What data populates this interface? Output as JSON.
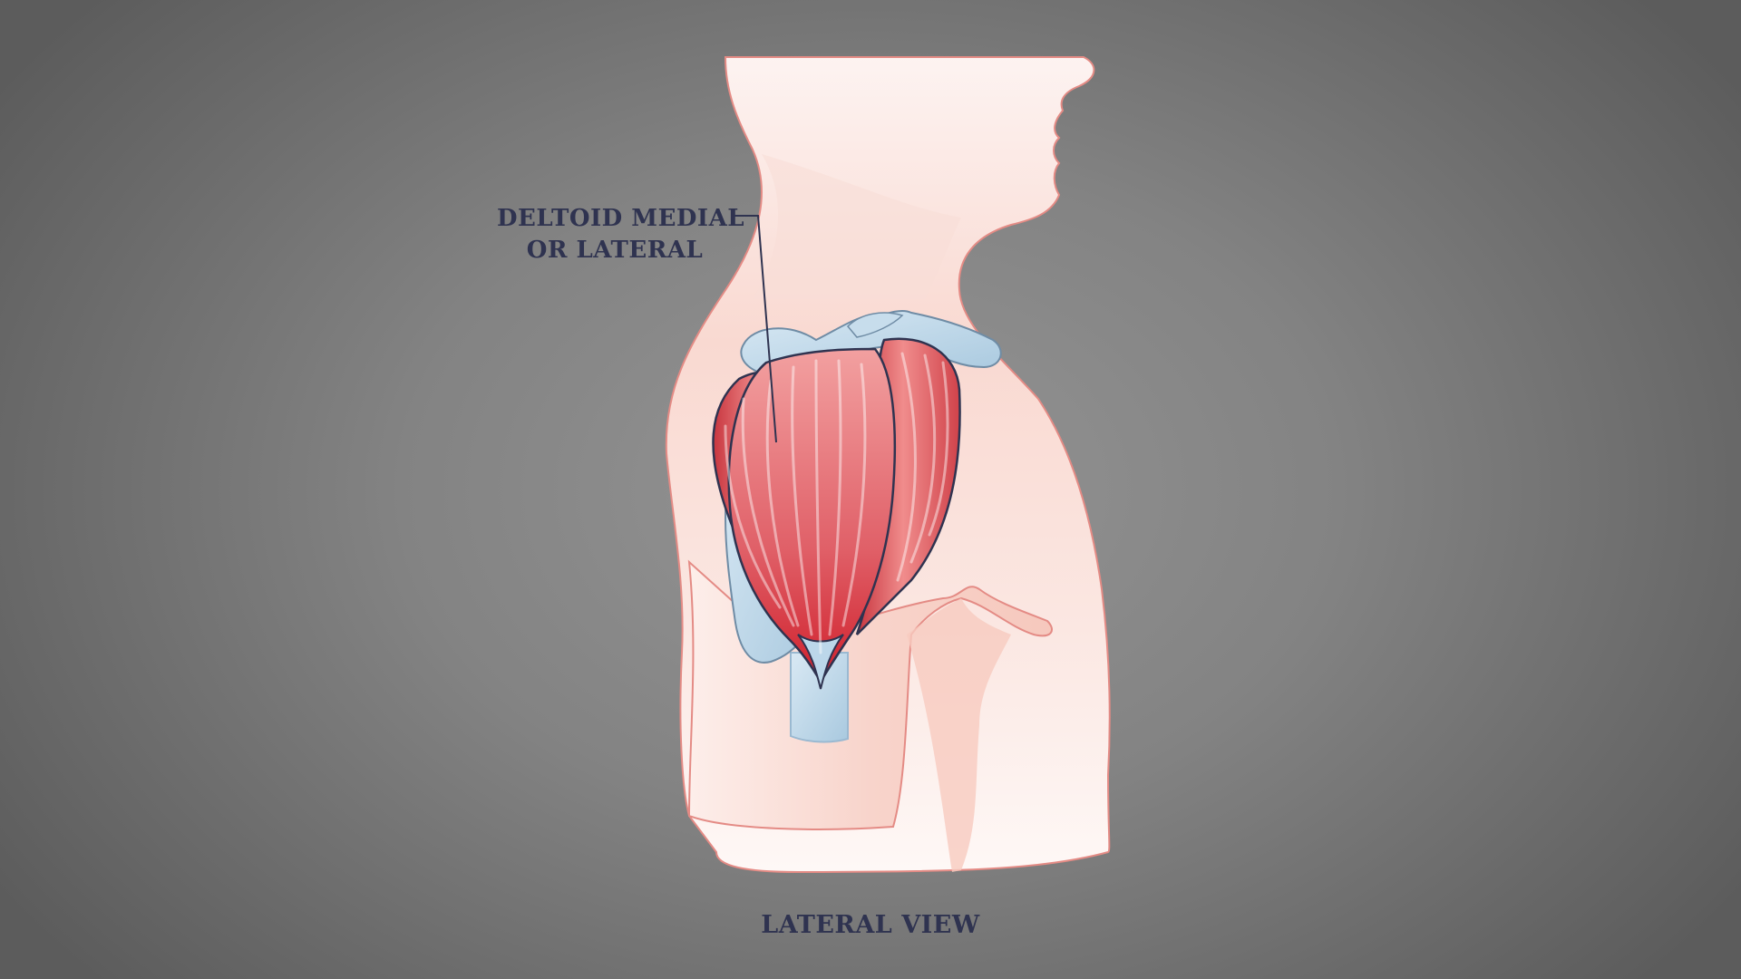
{
  "annotation": {
    "line1": "DELTOID MEDIAL",
    "line2": "OR LATERAL"
  },
  "caption": "LATERAL VIEW",
  "colors": {
    "label_text": "#2f3350",
    "muscle_red": "#e0545a",
    "bone_blue": "#bcd7ea",
    "skin_pink": "#f7cfc6",
    "outline": "#2f3350"
  }
}
